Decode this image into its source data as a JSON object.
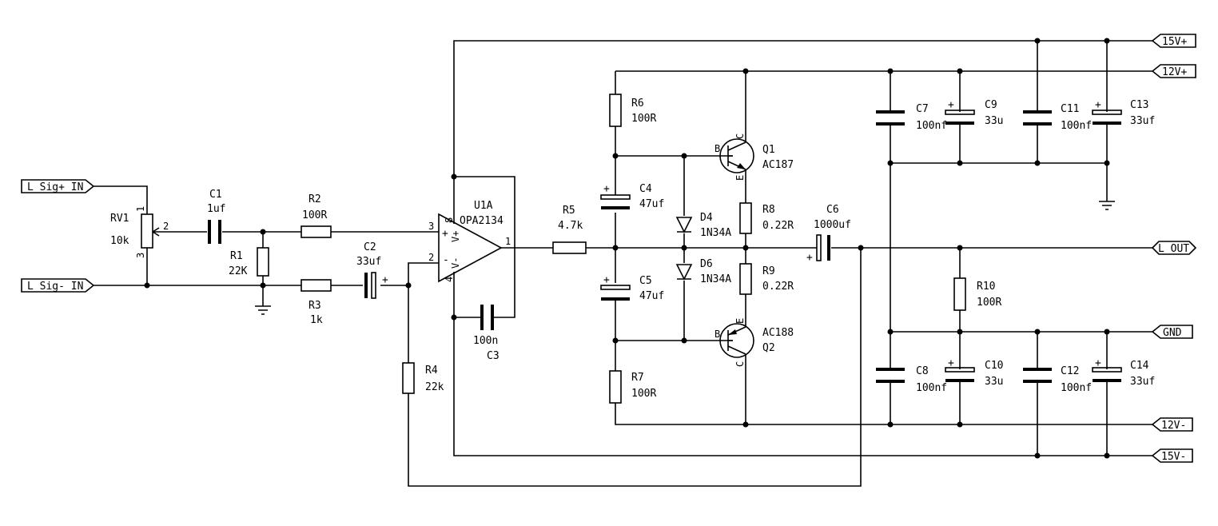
{
  "ports": {
    "lsig_plus": "L Sig+ IN",
    "lsig_minus": "L Sig- IN",
    "v15p": "15V+",
    "v12p": "12V+",
    "lout": "L OUT",
    "gnd": "GND",
    "v12m": "12V-",
    "v15m": "15V-"
  },
  "components": {
    "rv1": {
      "ref": "RV1",
      "value": "10k",
      "pins": [
        "1",
        "2",
        "3"
      ]
    },
    "c1": {
      "ref": "C1",
      "value": "1uf"
    },
    "r1": {
      "ref": "R1",
      "value": "22K"
    },
    "r2": {
      "ref": "R2",
      "value": "100R"
    },
    "r3": {
      "ref": "R3",
      "value": "1k"
    },
    "c2": {
      "ref": "C2",
      "value": "33uf"
    },
    "u1a": {
      "ref": "U1A",
      "value": "OPA2134",
      "pins": [
        "3",
        "2",
        "1",
        "8",
        "4"
      ],
      "pin_names": [
        "+",
        "-",
        "V+",
        "V-"
      ]
    },
    "c3": {
      "ref": "C3",
      "value": "100n"
    },
    "r4": {
      "ref": "R4",
      "value": "22k"
    },
    "r5": {
      "ref": "R5",
      "value": "4.7k"
    },
    "r6": {
      "ref": "R6",
      "value": "100R"
    },
    "c4": {
      "ref": "C4",
      "value": "47uf"
    },
    "c5": {
      "ref": "C5",
      "value": "47uf"
    },
    "r7": {
      "ref": "R7",
      "value": "100R"
    },
    "d4": {
      "ref": "D4",
      "value": "1N34A"
    },
    "d6": {
      "ref": "D6",
      "value": "1N34A"
    },
    "q1": {
      "ref": "Q1",
      "value": "AC187",
      "pins": [
        "B",
        "C",
        "E"
      ]
    },
    "q2": {
      "ref": "Q2",
      "value": "AC188",
      "pins": [
        "B",
        "E",
        "C"
      ]
    },
    "r8": {
      "ref": "R8",
      "value": "0.22R"
    },
    "r9": {
      "ref": "R9",
      "value": "0.22R"
    },
    "c6": {
      "ref": "C6",
      "value": "1000uf"
    },
    "r10": {
      "ref": "R10",
      "value": "100R"
    },
    "c7": {
      "ref": "C7",
      "value": "100nf"
    },
    "c9": {
      "ref": "C9",
      "value": "33u"
    },
    "c11": {
      "ref": "C11",
      "value": "100nf"
    },
    "c13": {
      "ref": "C13",
      "value": "33uf"
    },
    "c8": {
      "ref": "C8",
      "value": "100nf"
    },
    "c10": {
      "ref": "C10",
      "value": "33u"
    },
    "c12": {
      "ref": "C12",
      "value": "100nf"
    },
    "c14": {
      "ref": "C14",
      "value": "33uf"
    }
  },
  "symbols": {
    "plus": "+"
  }
}
